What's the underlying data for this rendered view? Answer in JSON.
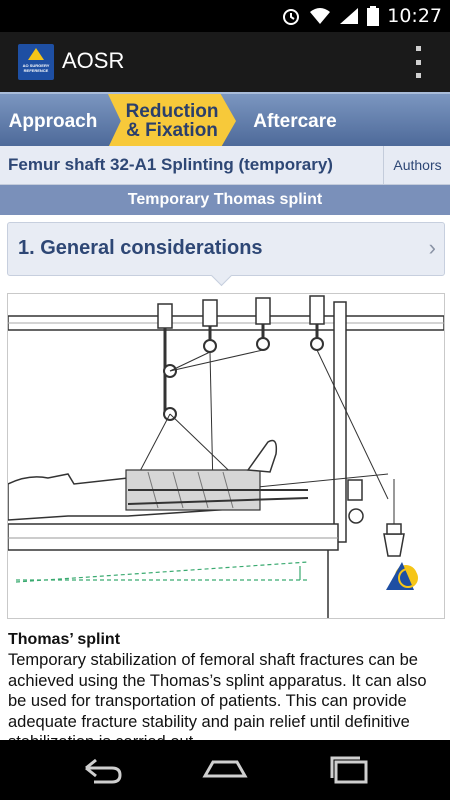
{
  "status": {
    "time": "10:27"
  },
  "app": {
    "title": "AOSR",
    "logo_text": "AO SURGERY REFERENCE"
  },
  "tabs": [
    {
      "label": "Approach",
      "active": false
    },
    {
      "label": "Reduction & Fixation",
      "active": true
    },
    {
      "label": "Aftercare",
      "active": false
    }
  ],
  "header": {
    "title": "Femur shaft 32-A1 Splinting (temporary)",
    "authors": "Authors"
  },
  "subtitle": "Temporary Thomas splint",
  "section": {
    "label": "1. General considerations"
  },
  "content": {
    "heading": "Thomas’ splint",
    "body": "Temporary stabilization of femoral shaft fractures can be achieved using the Thomas’s splint apparatus. It can also be used for transportation of patients. This can provide adequate fracture stability and pain relief until definitive stabilization is carried out."
  },
  "colors": {
    "tab_active": "#f7c93a",
    "tab_bar": "#5a76a5",
    "title_text": "#2e4775",
    "subtitle_bg": "#7a90ba"
  }
}
